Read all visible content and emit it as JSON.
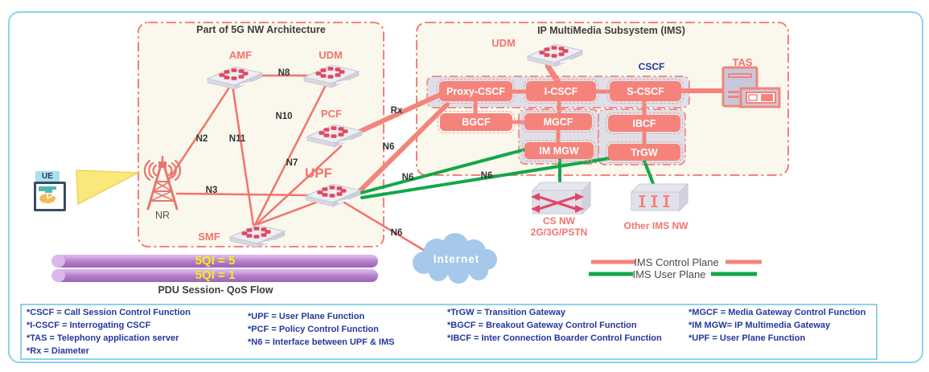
{
  "titles": {
    "g5": "Part of 5G NW Architecture",
    "ims": "IP MultiMedia Subsystem (IMS)"
  },
  "g5": {
    "amf": "AMF",
    "udm": "UDM",
    "pcf": "PCF",
    "upf": "UPF",
    "smf": "SMF",
    "nr": "NR",
    "ue": "UE",
    "n8": "N8",
    "n10": "N10",
    "n2": "N2",
    "n11": "N11",
    "n7": "N7",
    "n3": "N3"
  },
  "ims": {
    "udm": "UDM",
    "cscf": "CSCF",
    "proxy_cscf": "Proxy-CSCF",
    "i_cscf": "I-CSCF",
    "s_cscf": "S-CSCF",
    "bgcf": "BGCF",
    "mgcf": "MGCF",
    "im_mgw": "IM MGW",
    "ibcf": "IBCF",
    "trgw": "TrGW",
    "tas": "TAS"
  },
  "external": {
    "cs_nw_line1": "CS NW",
    "cs_nw_line2": "2G/3G/PSTN",
    "other_ims": "Other IMS NW",
    "internet": "Internet"
  },
  "interface_labels": {
    "rx": "Rx",
    "n6_control": "N6",
    "n6_user_a": "N6",
    "n6_user_b": "N6",
    "n6_internet": "N6"
  },
  "qos": {
    "pipe_top": "5QI = 5",
    "pipe_bottom": "5QI = 1",
    "caption": "PDU Session- QoS Flow"
  },
  "legend": {
    "control": "IMS Control Plane",
    "user": "IMS User Plane"
  },
  "glossary": {
    "col1": [
      "*CSCF = Call Session Control Function",
      "*I-CSCF = Interrogating CSCF",
      "*TAS = Telephony application server",
      "*Rx = Diameter"
    ],
    "col2": [
      "*UPF = User Plane Function",
      "*PCF = Policy Control Function",
      "*N6 = Interface between UPF & IMS"
    ],
    "col3": [
      "*TrGW = Transition Gateway",
      "*BGCF = Breakout Gateway Control Function",
      "*IBCF = Inter Connection Boarder Control Function"
    ],
    "col4": [
      "*MGCF = Media Gateway Control Function",
      "*IM MGW= IP Multimedia Gateway",
      "*UPF = User Plane Function"
    ]
  },
  "colors": {
    "control_plane": "#F2736C",
    "user_plane": "#12A74A",
    "node_label": "#F4736E",
    "glossary_text": "#24389C",
    "pipe_purple": "#A873C2",
    "frame_cyan": "#8ED2EC",
    "box_fill": "#F5837B",
    "panel_ivory": "#FAF8EC",
    "cloud_blue": "#A6C9EB",
    "qos_yellow": "#F9ED15"
  }
}
